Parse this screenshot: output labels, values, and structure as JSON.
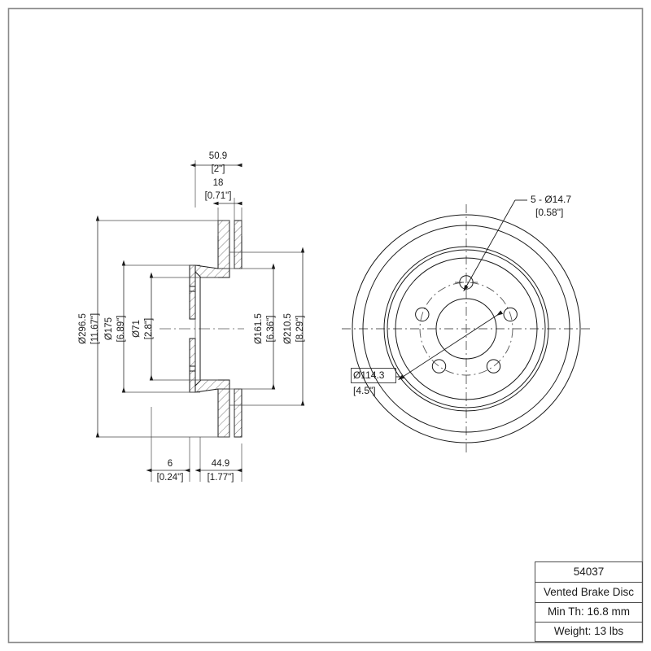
{
  "sheet": {
    "title": "Vented Brake Disc engineering drawing",
    "background_color": "#ffffff",
    "line_color": "#1a1a1a",
    "border_color": "#8a8a8a"
  },
  "title_block": {
    "part_number": "54037",
    "description": "Vented Brake Disc",
    "min_thickness": "Min Th: 16.8 mm",
    "weight": "Weight: 13 lbs"
  },
  "section_view": {
    "name": "cross-section side view",
    "dimensions": {
      "overall_thickness": {
        "metric": "50.9",
        "imperial": "[2\"]"
      },
      "disc_thickness": {
        "metric": "18",
        "imperial": "[0.71\"]"
      },
      "outer_diameter": {
        "metric": "Ø296.5",
        "imperial": "[11.67\"]"
      },
      "hat_diameter": {
        "metric": "Ø175",
        "imperial": "[6.89\"]"
      },
      "center_bore": {
        "metric": "Ø71",
        "imperial": "[2.8\"]"
      },
      "inner_pad_dia": {
        "metric": "Ø161.5",
        "imperial": "[6.36\"]"
      },
      "outer_pad_dia": {
        "metric": "Ø210.5",
        "imperial": "[8.29\"]"
      },
      "hat_height": {
        "metric": "6",
        "imperial": "[0.24\"]"
      },
      "offset": {
        "metric": "44.9",
        "imperial": "[1.77\"]"
      }
    }
  },
  "face_view": {
    "name": "front face view",
    "callouts": {
      "bolt_holes": {
        "metric": "5 - Ø14.7",
        "imperial": "[0.58\"]"
      },
      "bolt_circle": {
        "metric": "Ø114.3",
        "imperial": "[4.5\"]"
      }
    },
    "bolt_hole_count": 5
  }
}
